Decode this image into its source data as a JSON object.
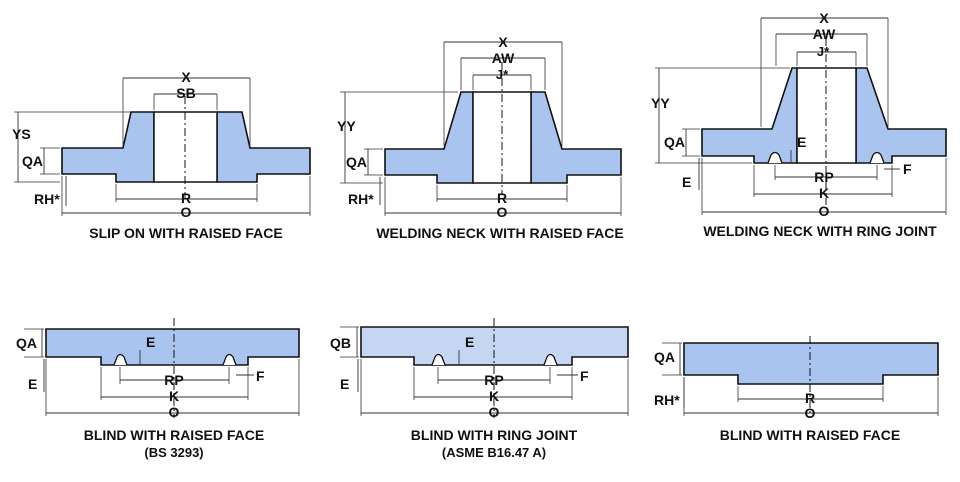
{
  "diagrams": [
    {
      "caption": "SLIP ON WITH RAISED FACE",
      "dims": {
        "x": "X",
        "sb": "SB",
        "ys": "YS",
        "qa": "QA",
        "rh": "RH*",
        "r": "R",
        "o": "O"
      }
    },
    {
      "caption": "WELDING NECK WITH RAISED FACE",
      "dims": {
        "x": "X",
        "aw": "AW",
        "j": "J*",
        "yy": "YY",
        "qa": "QA",
        "rh": "RH*",
        "r": "R",
        "o": "O"
      }
    },
    {
      "caption": "WELDING NECK WITH RING JOINT",
      "dims": {
        "x": "X",
        "aw": "AW",
        "j": "J*",
        "yy": "YY",
        "qa": "QA",
        "e_top": "E",
        "e_left": "E",
        "rp": "RP",
        "f": "F",
        "k": "K",
        "o": "O"
      }
    },
    {
      "caption": "BLIND WITH RAISED FACE",
      "subcaption": "(BS 3293)",
      "dims": {
        "qa": "QA",
        "e_top": "E",
        "e_left": "E",
        "rp": "RP",
        "f": "F",
        "k": "K",
        "o": "O"
      }
    },
    {
      "caption": "BLIND WITH RING JOINT",
      "subcaption": "(ASME B16.47 A)",
      "dims": {
        "qb": "QB",
        "e_top": "E",
        "e_left": "E",
        "rp": "RP",
        "f": "F",
        "k": "K",
        "o": "O"
      }
    },
    {
      "caption": "BLIND WITH RAISED FACE",
      "dims": {
        "qa": "QA",
        "rh": "RH*",
        "r": "R",
        "o": "O"
      }
    }
  ],
  "colors": {
    "fill": "#a9c4ee",
    "fill_light": "#c4d6f2",
    "stroke": "#111111",
    "dim": "#333333"
  }
}
